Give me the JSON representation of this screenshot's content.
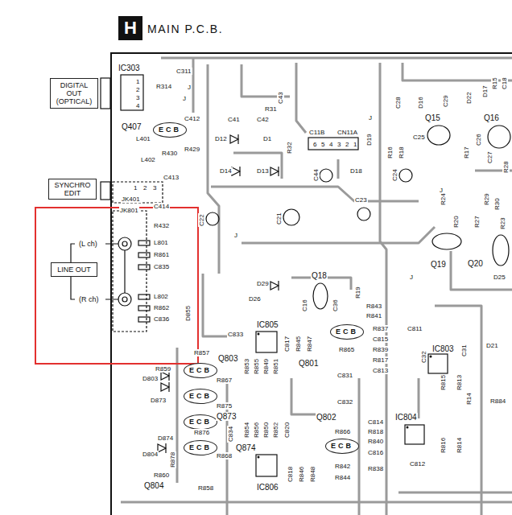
{
  "diagram": {
    "title": "MAIN P.C.B.",
    "nodes": [
      {
        "text": [
          "H"
        ]
      },
      {
        "text": [
          "DIGITAL OUT (OPTICAL)"
        ]
      },
      {
        "text": [
          "ECB"
        ]
      },
      {
        "text": [
          "SYNCHRO EDIT"
        ]
      },
      {
        "text": [
          "LINE OUT"
        ]
      },
      {
        "text": [
          "ECB"
        ]
      },
      {
        "text": [
          "ECB"
        ]
      },
      {
        "text": [
          "ECB"
        ]
      },
      {
        "text": [
          "ECB"
        ]
      },
      {
        "text": [
          "ECB"
        ]
      },
      {
        "text": [
          "ECB"
        ]
      }
    ],
    "labels": [
      "IC303",
      "C311",
      "R314",
      "J",
      "J",
      "1",
      "2",
      "3",
      "4",
      "Q407",
      "C412",
      "L401",
      "L402",
      "R430",
      "R429",
      "C413",
      "JK401",
      "1",
      "2",
      "3",
      "JK801",
      "C414",
      "R432",
      "L801",
      "R861",
      "C835",
      "L802",
      "R862",
      "C836",
      "(L ch)",
      "(R ch)",
      "D855",
      "R31",
      "C41",
      "C42",
      "C43",
      "D12",
      "D1",
      "R32",
      "D14",
      "D13",
      "C11B",
      "CN11A",
      "6",
      "5",
      "4",
      "3",
      "2",
      "1",
      "D19",
      "C28",
      "D16",
      "C29",
      "D22",
      "D17",
      "R15",
      "C18",
      "Q15",
      "Q16",
      "R16",
      "R18",
      "C25",
      "R17",
      "C26",
      "C27",
      "R28",
      "C44",
      "D18",
      "C24",
      "C23",
      "C22",
      "C21",
      "R24",
      "R29",
      "R30",
      "R20",
      "R27",
      "R23",
      "Q18",
      "Q19",
      "Q20",
      "D25",
      "D29",
      "D26",
      "C16",
      "C36",
      "R19",
      "IC805",
      "C817",
      "R845",
      "R847",
      "R843",
      "R841",
      "R837",
      "C815",
      "R839",
      "R817",
      "C813",
      "Q801",
      "R865",
      "C811",
      "C32",
      "C31",
      "IC803",
      "R815",
      "R813",
      "R14",
      "D21",
      "C833",
      "R857",
      "Q803",
      "R853",
      "R855",
      "R849",
      "R851",
      "C831",
      "D803",
      "R859",
      "D873",
      "R867",
      "R875",
      "Q873",
      "R876",
      "C834",
      "Q874",
      "R868",
      "D874",
      "D804",
      "R878",
      "R860",
      "Q804",
      "R858",
      "R854",
      "R856",
      "R850",
      "R852",
      "C820",
      "IC806",
      "C818",
      "R846",
      "R848",
      "Q802",
      "R866",
      "R842",
      "R844",
      "C832",
      "IC804",
      "C814",
      "R818",
      "R840",
      "C816",
      "R838",
      "C812",
      "R816",
      "R814",
      "R884",
      "J",
      "J",
      "J",
      "J"
    ]
  }
}
